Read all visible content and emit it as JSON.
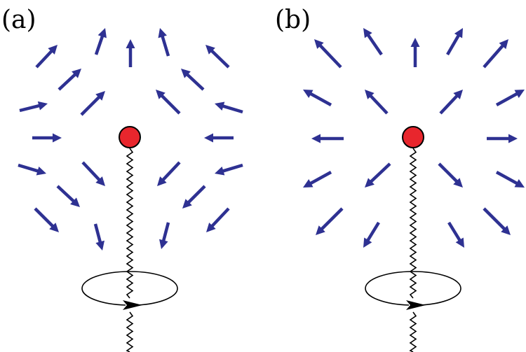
{
  "panels": [
    {
      "label": "(a)",
      "field": "converging"
    },
    {
      "label": "(b)",
      "field": "diverging"
    }
  ],
  "colors": {
    "arrow": "#2e3192",
    "charge_fill": "#e8262d",
    "charge_stroke": "#000000",
    "string": "#000000",
    "loop": "#000000",
    "background": "#ffffff"
  },
  "icons": {
    "charge": "red-sphere",
    "string": "zigzag-line",
    "rotation": "elliptical-loop-with-arrow"
  }
}
